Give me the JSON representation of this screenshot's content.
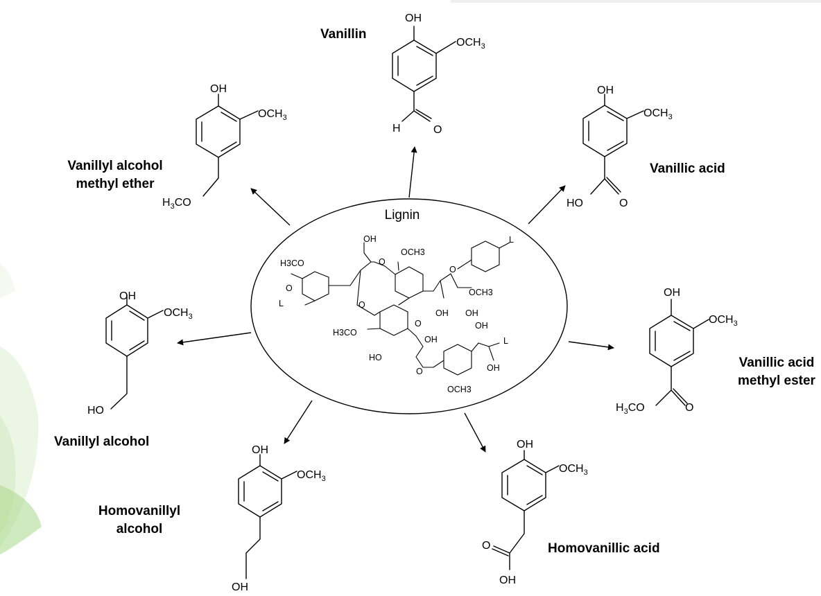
{
  "diagram": {
    "center_label": "Lignin",
    "compounds": [
      {
        "key": "vanillin",
        "name_lines": [
          "Vanillin"
        ],
        "atoms": [
          "OH",
          "OCH3",
          "H",
          "O"
        ]
      },
      {
        "key": "vanillyl_alcohol_methyl_ether",
        "name_lines": [
          "Vanillyl alcohol",
          "methyl ether"
        ],
        "atoms": [
          "OH",
          "OCH3",
          "H3CO"
        ]
      },
      {
        "key": "vanillic_acid",
        "name_lines": [
          "Vanillic acid"
        ],
        "atoms": [
          "OH",
          "OCH3",
          "HO",
          "O"
        ]
      },
      {
        "key": "vanillyl_alcohol",
        "name_lines": [
          "Vanillyl alcohol"
        ],
        "atoms": [
          "OH",
          "OCH3",
          "HO"
        ]
      },
      {
        "key": "vanillic_acid_methyl_ester",
        "name_lines": [
          "Vanillic acid",
          "methyl ester"
        ],
        "atoms": [
          "OH",
          "OCH3",
          "H3CO",
          "O"
        ]
      },
      {
        "key": "homovanillyl_alcohol",
        "name_lines": [
          "Homovanillyl",
          "alcohol"
        ],
        "atoms": [
          "OH",
          "OCH3",
          "OH"
        ]
      },
      {
        "key": "homovanillic_acid",
        "name_lines": [
          "Homovanillic acid"
        ],
        "atoms": [
          "OH",
          "OCH3",
          "O",
          "OH"
        ]
      }
    ],
    "lignin_atoms": [
      "OH",
      "H3CO",
      "O",
      "L",
      "O",
      "O",
      "OCH3",
      "O",
      "L",
      "OCH3",
      "OH",
      "OH",
      "H3CO",
      "O",
      "OH",
      "OH",
      "L",
      "HO",
      "O",
      "OH",
      "OCH3"
    ]
  }
}
